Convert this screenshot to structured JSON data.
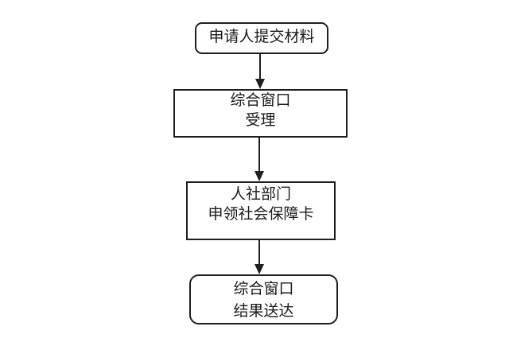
{
  "diagram": {
    "type": "flowchart",
    "direction": "top-down",
    "background_color": "#ffffff",
    "line_color": "#1f1f1f",
    "text_color": "#1a1a1a",
    "nodes": [
      {
        "id": "applicant-submit",
        "shape": "rounded-rectangle",
        "lines": [
          "申请人提交材料"
        ]
      },
      {
        "id": "window-accept",
        "shape": "rectangle",
        "lines": [
          "综合窗口",
          "受理"
        ]
      },
      {
        "id": "hr-department",
        "shape": "rectangle",
        "lines": [
          "人社部门",
          "申领社会保障卡"
        ]
      },
      {
        "id": "window-deliver",
        "shape": "rounded-rectangle",
        "lines": [
          "综合窗口",
          "结果送达"
        ]
      }
    ],
    "connectors": [
      {
        "from": "applicant-submit",
        "to": "window-accept",
        "style": "arrow-down"
      },
      {
        "from": "window-accept",
        "to": "hr-department",
        "style": "arrow-down"
      },
      {
        "from": "hr-department",
        "to": "window-deliver",
        "style": "arrow-down"
      }
    ]
  }
}
